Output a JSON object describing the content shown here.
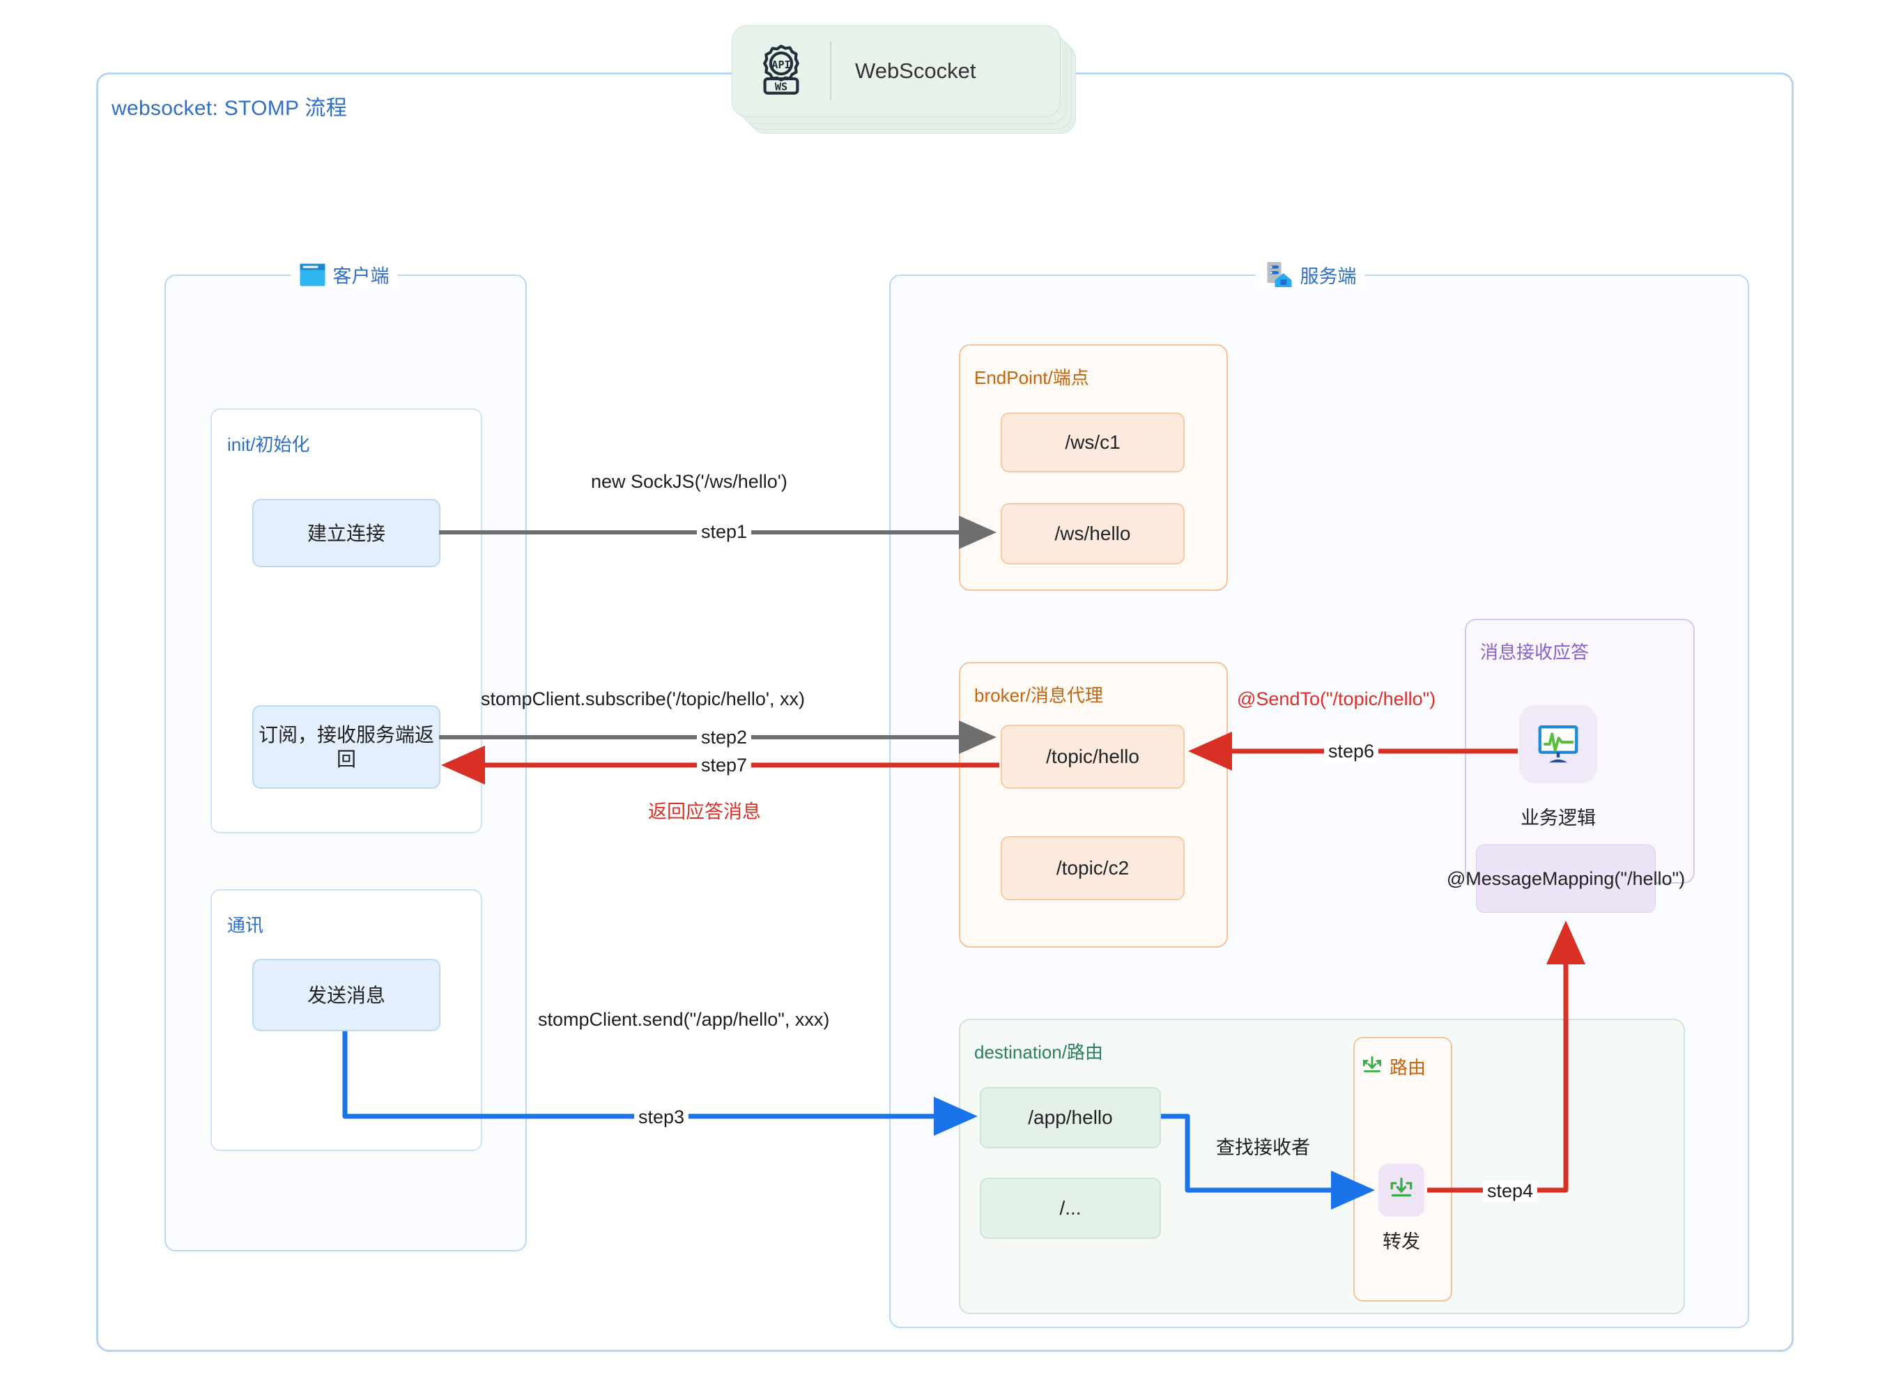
{
  "diagram": {
    "title": "websocket: STOMP 流程",
    "badge": {
      "label": "WebScocket",
      "icon": "api-ws-gear-icon"
    }
  },
  "groups": {
    "client": {
      "label": "客户端",
      "icon": "browser-window-icon"
    },
    "server": {
      "label": "服务端",
      "icon": "server-lock-icon"
    }
  },
  "client": {
    "init": {
      "title": "init/初始化",
      "nodes": [
        {
          "label": "建立连接"
        },
        {
          "label": "订阅，接收服务端返回"
        }
      ]
    },
    "comm": {
      "title": "通讯",
      "nodes": [
        {
          "label": "发送消息"
        }
      ]
    }
  },
  "server": {
    "endpoint": {
      "title": "EndPoint/端点",
      "nodes": [
        {
          "label": "/ws/c1"
        },
        {
          "label": "/ws/hello"
        }
      ]
    },
    "broker": {
      "title": "broker/消息代理",
      "nodes": [
        {
          "label": "/topic/hello"
        },
        {
          "label": "/topic/c2"
        }
      ]
    },
    "destination": {
      "title": "destination/路由",
      "nodes": [
        {
          "label": "/app/hello"
        },
        {
          "label": "/..."
        }
      ],
      "route": {
        "title": "路由",
        "icon": "route-fanout-icon",
        "forward_label": "转发",
        "forward_icon": "route-fanout-icon"
      }
    },
    "reply": {
      "title": "消息接收应答",
      "business_label": "业务逻辑",
      "business_icon": "monitor-chart-icon",
      "mapping_label": "@MessageMapping(\"/hello\")"
    }
  },
  "edges": [
    {
      "id": "step1",
      "step": "step1",
      "label": "new SockJS('/ws/hello')",
      "color": "#6f6f6f"
    },
    {
      "id": "step2",
      "step": "step2",
      "label": "stompClient.subscribe('/topic/hello', xx)",
      "color": "#6f6f6f"
    },
    {
      "id": "step7",
      "step": "step7",
      "label": "返回应答消息",
      "color": "#d93025"
    },
    {
      "id": "step3",
      "step": "step3",
      "label": "stompClient.send(\"/app/hello\", xxx)",
      "color": "#1a73e8"
    },
    {
      "id": "lookup",
      "step": "",
      "label": "查找接收者",
      "color": "#1a73e8"
    },
    {
      "id": "step4",
      "step": "step4",
      "label": "",
      "color": "#d93025"
    },
    {
      "id": "step6",
      "step": "step6",
      "label": "@SendTo(\"/topic/hello\")",
      "color": "#d93025"
    }
  ],
  "colors": {
    "frame_border": "#b7d4f5",
    "title_blue": "#2e6fc4",
    "orange": "#c2650e",
    "green": "#2f7d5f",
    "purple": "#8a5fd0",
    "red": "#d93025",
    "blue_arrow": "#1a73e8",
    "gray_arrow": "#6f6f6f"
  }
}
